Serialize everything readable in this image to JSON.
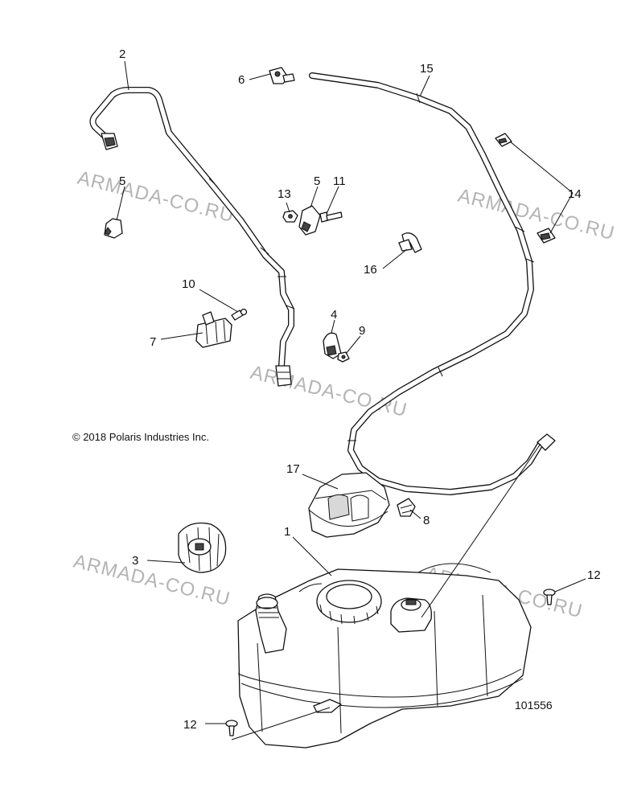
{
  "watermark": "ARMADA-CO.RU",
  "copyright": "© 2018 Polaris Industries Inc.",
  "reference_number": "101556",
  "callouts": {
    "c2": "2",
    "c6": "6",
    "c15": "15",
    "c5a": "5",
    "c5b": "5",
    "c13": "13",
    "c11": "11",
    "c14": "14",
    "c16": "16",
    "c10": "10",
    "c7": "7",
    "c4": "4",
    "c9": "9",
    "c17": "17",
    "c8": "8",
    "c1": "1",
    "c3": "3",
    "c12a": "12",
    "c12b": "12"
  }
}
